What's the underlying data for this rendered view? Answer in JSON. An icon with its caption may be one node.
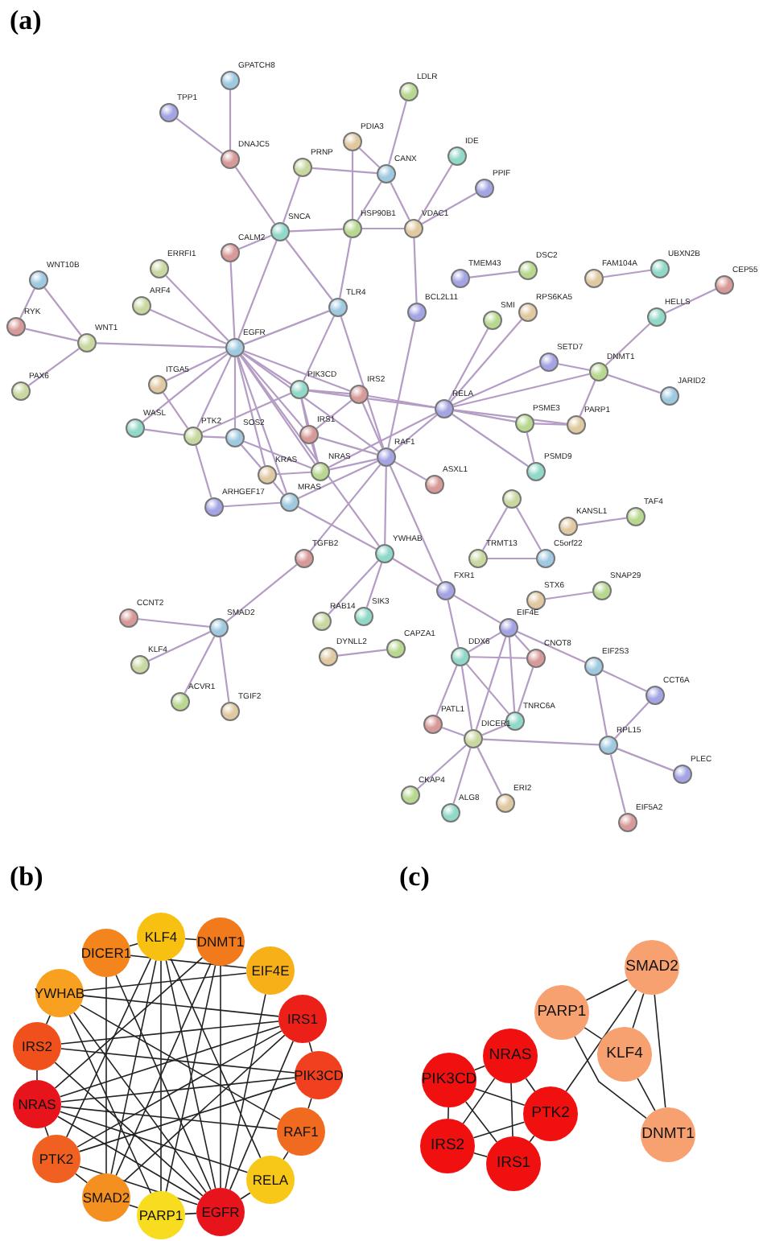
{
  "diagram": {
    "nodes": [
      {
        "text": [
          "GPATCH8"
        ]
      },
      {
        "text": [
          "TPP1"
        ]
      },
      {
        "text": [
          "LDLR"
        ]
      },
      {
        "text": [
          "PDIA3"
        ]
      },
      {
        "text": [
          "IDE"
        ]
      },
      {
        "text": [
          "DNAJC5"
        ]
      },
      {
        "text": [
          "PRNP"
        ]
      },
      {
        "text": [
          "CANX"
        ]
      },
      {
        "text": [
          "PPIF"
        ]
      },
      {
        "text": [
          "HSP90B1"
        ]
      },
      {
        "text": [
          "VDAC1"
        ]
      },
      {
        "text": [
          "SNCA"
        ]
      },
      {
        "text": [
          "CALM2"
        ]
      },
      {
        "text": [
          "ERRFI1"
        ]
      },
      {
        "text": [
          "WNT10B"
        ]
      },
      {
        "text": [
          "TMEM43"
        ]
      },
      {
        "text": [
          "DSC2"
        ]
      },
      {
        "text": [
          "FAM104A"
        ]
      },
      {
        "text": [
          "UBXN2B"
        ]
      },
      {
        "text": [
          "CEP55"
        ]
      },
      {
        "text": [
          "ARF4"
        ]
      },
      {
        "text": [
          "TLR4"
        ]
      },
      {
        "text": [
          "BCL2L11"
        ]
      },
      {
        "text": [
          "SMI"
        ]
      },
      {
        "text": [
          "RPS6KA5"
        ]
      },
      {
        "text": [
          "HELLS"
        ]
      },
      {
        "text": [
          "RYK"
        ]
      },
      {
        "text": [
          "WNT1"
        ]
      },
      {
        "text": [
          "EGFR"
        ]
      },
      {
        "text": [
          "SETD7"
        ]
      },
      {
        "text": [
          "DNMT1"
        ]
      },
      {
        "text": [
          "ITGA5"
        ]
      },
      {
        "text": [
          "PIK3CD"
        ]
      },
      {
        "text": [
          "IRS2"
        ]
      },
      {
        "text": [
          "PAX6"
        ]
      },
      {
        "text": [
          "JARID2"
        ]
      },
      {
        "text": [
          "RELA"
        ]
      },
      {
        "text": [
          "PSME3"
        ]
      },
      {
        "text": [
          "PARP1"
        ]
      },
      {
        "text": [
          "WASL"
        ]
      },
      {
        "text": [
          "IRS1"
        ]
      },
      {
        "text": [
          "PTK2"
        ]
      },
      {
        "text": [
          "SOS2"
        ]
      },
      {
        "text": [
          "RAF1"
        ]
      },
      {
        "text": [
          "NRAS"
        ]
      },
      {
        "text": [
          "KRAS"
        ]
      },
      {
        "text": [
          "PSMD9"
        ]
      },
      {
        "text": [
          "ASXL1"
        ]
      },
      {
        "text": [],
        "shape": "circle"
      },
      {
        "text": [
          "MRAS"
        ]
      },
      {
        "text": [
          "ARHGEF17"
        ]
      },
      {
        "text": [
          "TAF4"
        ]
      },
      {
        "text": [
          "KANSL1"
        ]
      },
      {
        "text": [
          "YWHAB"
        ]
      },
      {
        "text": [
          "TGFB2"
        ]
      },
      {
        "text": [
          "TRMT13"
        ]
      },
      {
        "text": [
          "C5orf22"
        ]
      },
      {
        "text": [
          "FXR1"
        ]
      },
      {
        "text": [
          "SNAP29"
        ]
      },
      {
        "text": [
          "STX6"
        ]
      },
      {
        "text": [
          "SIK3"
        ]
      },
      {
        "text": [
          "CCNT2"
        ]
      },
      {
        "text": [
          "RAB14"
        ]
      },
      {
        "text": [
          "SMAD2"
        ]
      },
      {
        "text": [
          "EIF4E"
        ]
      },
      {
        "text": [
          "CAPZA1"
        ]
      },
      {
        "text": [
          "DYNLL2"
        ]
      },
      {
        "text": [
          "DDX6"
        ]
      },
      {
        "text": [
          "CNOT8"
        ]
      },
      {
        "text": [
          "KLF4"
        ]
      },
      {
        "text": [
          "EIF2S3"
        ]
      },
      {
        "text": [
          "CCT6A"
        ]
      },
      {
        "text": [
          "ACVR1"
        ]
      },
      {
        "text": [
          "TGIF2"
        ]
      },
      {
        "text": [
          "TNRC6A"
        ]
      },
      {
        "text": [
          "PATL1"
        ]
      },
      {
        "text": [
          "DICER1"
        ]
      },
      {
        "text": [
          "RPL15"
        ]
      },
      {
        "text": [
          "PLEC"
        ]
      },
      {
        "text": [
          "CKAP4"
        ]
      },
      {
        "text": [
          "ERI2"
        ]
      },
      {
        "text": [
          "ALG8"
        ]
      },
      {
        "text": [
          "EIF5A2"
        ]
      },
      {
        "text": [
          "KLF4"
        ]
      },
      {
        "text": [
          "DNMT1"
        ]
      },
      {
        "text": [
          "DICER1"
        ]
      },
      {
        "text": [
          "EIF4E"
        ]
      },
      {
        "text": [
          "YWHAB"
        ]
      },
      {
        "text": [
          "IRS1"
        ]
      },
      {
        "text": [
          "IRS2"
        ]
      },
      {
        "text": [
          "PIK3CD"
        ]
      },
      {
        "text": [
          "NRAS"
        ]
      },
      {
        "text": [
          "RAF1"
        ]
      },
      {
        "text": [
          "PTK2"
        ]
      },
      {
        "text": [
          "RELA"
        ]
      },
      {
        "text": [
          "SMAD2"
        ]
      },
      {
        "text": [
          "PARP1"
        ]
      },
      {
        "text": [
          "EGFR"
        ]
      },
      {
        "text": [
          "SMAD2"
        ]
      },
      {
        "text": [
          "PARP1"
        ]
      },
      {
        "text": [
          "KLF4"
        ]
      },
      {
        "text": [
          "NRAS"
        ]
      },
      {
        "text": [
          "PIK3CD"
        ]
      },
      {
        "text": [
          "PTK2"
        ]
      },
      {
        "text": [
          "DNMT1"
        ]
      },
      {
        "text": [
          "IRS2"
        ]
      },
      {
        "text": [
          "IRS1"
        ]
      }
    ],
    "edges": [
      {
        "from": 0,
        "to": 5,
        "arrow": "none"
      },
      {
        "from": 1,
        "to": 5,
        "arrow": "none"
      },
      {
        "from": 5,
        "to": 11,
        "arrow": "none"
      },
      {
        "from": 6,
        "to": 11,
        "arrow": "none"
      },
      {
        "from": 6,
        "to": 7,
        "arrow": "none"
      },
      {
        "from": 3,
        "to": 9,
        "arrow": "none"
      },
      {
        "from": 3,
        "to": 7,
        "arrow": "none"
      },
      {
        "from": 7,
        "to": 2,
        "arrow": "none"
      },
      {
        "from": 7,
        "to": 9,
        "arrow": "none"
      },
      {
        "from": 7,
        "to": 10,
        "arrow": "none"
      },
      {
        "from": 4,
        "to": 10,
        "arrow": "none"
      },
      {
        "from": 8,
        "to": 10,
        "arrow": "none"
      },
      {
        "from": 9,
        "to": 10,
        "arrow": "none"
      },
      {
        "from": 11,
        "to": 9,
        "arrow": "none"
      },
      {
        "from": 11,
        "to": 28,
        "arrow": "none"
      },
      {
        "from": 11,
        "to": 21,
        "arrow": "none"
      },
      {
        "from": 12,
        "to": 28,
        "arrow": "none"
      },
      {
        "from": 12,
        "to": 11,
        "arrow": "none"
      },
      {
        "from": 13,
        "to": 28,
        "arrow": "none"
      },
      {
        "from": 20,
        "to": 28,
        "arrow": "none"
      },
      {
        "from": 14,
        "to": 26,
        "arrow": "none"
      },
      {
        "from": 14,
        "to": 27,
        "arrow": "none"
      },
      {
        "from": 26,
        "to": 27,
        "arrow": "none"
      },
      {
        "from": 34,
        "to": 27,
        "arrow": "none"
      },
      {
        "from": 27,
        "to": 28,
        "arrow": "none"
      },
      {
        "from": 28,
        "to": 21,
        "arrow": "none"
      },
      {
        "from": 21,
        "to": 9,
        "arrow": "none"
      },
      {
        "from": 21,
        "to": 32,
        "arrow": "none"
      },
      {
        "from": 21,
        "to": 43,
        "arrow": "none"
      },
      {
        "from": 10,
        "to": 22,
        "arrow": "none"
      },
      {
        "from": 22,
        "to": 43,
        "arrow": "none"
      },
      {
        "from": 28,
        "to": 31,
        "arrow": "none"
      },
      {
        "from": 28,
        "to": 39,
        "arrow": "none"
      },
      {
        "from": 28,
        "to": 41,
        "arrow": "none"
      },
      {
        "from": 28,
        "to": 42,
        "arrow": "none"
      },
      {
        "from": 28,
        "to": 32,
        "arrow": "none"
      },
      {
        "from": 28,
        "to": 40,
        "arrow": "none"
      },
      {
        "from": 28,
        "to": 33,
        "arrow": "none"
      },
      {
        "from": 28,
        "to": 44,
        "arrow": "none"
      },
      {
        "from": 28,
        "to": 45,
        "arrow": "none"
      },
      {
        "from": 28,
        "to": 49,
        "arrow": "none"
      },
      {
        "from": 28,
        "to": 43,
        "arrow": "none"
      },
      {
        "from": 28,
        "to": 53,
        "arrow": "none"
      },
      {
        "from": 31,
        "to": 41,
        "arrow": "none"
      },
      {
        "from": 39,
        "to": 41,
        "arrow": "none"
      },
      {
        "from": 41,
        "to": 42,
        "arrow": "none"
      },
      {
        "from": 41,
        "to": 32,
        "arrow": "none"
      },
      {
        "from": 41,
        "to": 50,
        "arrow": "none"
      },
      {
        "from": 42,
        "to": 44,
        "arrow": "none"
      },
      {
        "from": 42,
        "to": 45,
        "arrow": "none"
      },
      {
        "from": 32,
        "to": 33,
        "arrow": "none"
      },
      {
        "from": 32,
        "to": 40,
        "arrow": "none"
      },
      {
        "from": 32,
        "to": 44,
        "arrow": "none"
      },
      {
        "from": 32,
        "to": 36,
        "arrow": "none"
      },
      {
        "from": 33,
        "to": 40,
        "arrow": "none"
      },
      {
        "from": 40,
        "to": 44,
        "arrow": "none"
      },
      {
        "from": 40,
        "to": 43,
        "arrow": "none"
      },
      {
        "from": 33,
        "to": 43,
        "arrow": "none"
      },
      {
        "from": 44,
        "to": 43,
        "arrow": "none"
      },
      {
        "from": 45,
        "to": 44,
        "arrow": "none"
      },
      {
        "from": 45,
        "to": 49,
        "arrow": "none"
      },
      {
        "from": 49,
        "to": 43,
        "arrow": "none"
      },
      {
        "from": 50,
        "to": 49,
        "arrow": "none"
      },
      {
        "from": 44,
        "to": 36,
        "arrow": "none"
      },
      {
        "from": 43,
        "to": 36,
        "arrow": "none"
      },
      {
        "from": 43,
        "to": 53,
        "arrow": "none"
      },
      {
        "from": 43,
        "to": 47,
        "arrow": "none"
      },
      {
        "from": 54,
        "to": 63,
        "arrow": "none"
      },
      {
        "from": 54,
        "to": 43,
        "arrow": "none"
      },
      {
        "from": 63,
        "to": 61,
        "arrow": "none"
      },
      {
        "from": 63,
        "to": 69,
        "arrow": "none"
      },
      {
        "from": 63,
        "to": 72,
        "arrow": "none"
      },
      {
        "from": 63,
        "to": 73,
        "arrow": "none"
      },
      {
        "from": 53,
        "to": 57,
        "arrow": "none"
      },
      {
        "from": 53,
        "to": 62,
        "arrow": "none"
      },
      {
        "from": 53,
        "to": 60,
        "arrow": "none"
      },
      {
        "from": 66,
        "to": 65,
        "arrow": "none"
      },
      {
        "from": 49,
        "to": 53,
        "arrow": "none"
      },
      {
        "from": 36,
        "to": 23,
        "arrow": "none"
      },
      {
        "from": 36,
        "to": 24,
        "arrow": "none"
      },
      {
        "from": 36,
        "to": 29,
        "arrow": "none"
      },
      {
        "from": 36,
        "to": 30,
        "arrow": "none"
      },
      {
        "from": 36,
        "to": 37,
        "arrow": "none"
      },
      {
        "from": 36,
        "to": 46,
        "arrow": "none"
      },
      {
        "from": 33,
        "to": 36,
        "arrow": "none"
      },
      {
        "from": 36,
        "to": 38,
        "arrow": "none"
      },
      {
        "from": 29,
        "to": 30,
        "arrow": "none"
      },
      {
        "from": 30,
        "to": 38,
        "arrow": "none"
      },
      {
        "from": 30,
        "to": 25,
        "arrow": "none"
      },
      {
        "from": 30,
        "to": 35,
        "arrow": "none"
      },
      {
        "from": 25,
        "to": 19,
        "arrow": "none"
      },
      {
        "from": 37,
        "to": 38,
        "arrow": "none"
      },
      {
        "from": 37,
        "to": 46,
        "arrow": "none"
      },
      {
        "from": 15,
        "to": 16,
        "arrow": "none"
      },
      {
        "from": 17,
        "to": 18,
        "arrow": "none"
      },
      {
        "from": 48,
        "to": 55,
        "arrow": "none"
      },
      {
        "from": 48,
        "to": 56,
        "arrow": "none"
      },
      {
        "from": 55,
        "to": 56,
        "arrow": "none"
      },
      {
        "from": 52,
        "to": 51,
        "arrow": "none"
      },
      {
        "from": 59,
        "to": 58,
        "arrow": "none"
      },
      {
        "from": 57,
        "to": 64,
        "arrow": "none"
      },
      {
        "from": 57,
        "to": 67,
        "arrow": "none"
      },
      {
        "from": 64,
        "to": 67,
        "arrow": "none"
      },
      {
        "from": 64,
        "to": 68,
        "arrow": "none"
      },
      {
        "from": 64,
        "to": 70,
        "arrow": "none"
      },
      {
        "from": 64,
        "to": 74,
        "arrow": "none"
      },
      {
        "from": 64,
        "to": 76,
        "arrow": "none"
      },
      {
        "from": 67,
        "to": 68,
        "arrow": "none"
      },
      {
        "from": 67,
        "to": 75,
        "arrow": "none"
      },
      {
        "from": 67,
        "to": 74,
        "arrow": "none"
      },
      {
        "from": 67,
        "to": 76,
        "arrow": "none"
      },
      {
        "from": 68,
        "to": 74,
        "arrow": "none"
      },
      {
        "from": 75,
        "to": 76,
        "arrow": "none"
      },
      {
        "from": 74,
        "to": 76,
        "arrow": "none"
      },
      {
        "from": 76,
        "to": 77,
        "arrow": "none"
      },
      {
        "from": 76,
        "to": 79,
        "arrow": "none"
      },
      {
        "from": 76,
        "to": 81,
        "arrow": "none"
      },
      {
        "from": 76,
        "to": 80,
        "arrow": "none"
      },
      {
        "from": 70,
        "to": 71,
        "arrow": "none"
      },
      {
        "from": 70,
        "to": 77,
        "arrow": "none"
      },
      {
        "from": 71,
        "to": 77,
        "arrow": "none"
      },
      {
        "from": 77,
        "to": 78,
        "arrow": "none"
      },
      {
        "from": 77,
        "to": 82,
        "arrow": "none"
      },
      {
        "from": 43,
        "to": 57,
        "arrow": "none"
      },
      {
        "from": 97,
        "to": 93,
        "arrow": "none",
        "color": "#222222"
      },
      {
        "from": 97,
        "to": 96,
        "arrow": "none",
        "color": "#222222"
      },
      {
        "from": 97,
        "to": 94,
        "arrow": "none",
        "color": "#222222"
      },
      {
        "from": 97,
        "to": 88,
        "arrow": "none",
        "color": "#222222"
      },
      {
        "from": 97,
        "to": 91,
        "arrow": "none",
        "color": "#222222"
      },
      {
        "from": 97,
        "to": 89,
        "arrow": "none",
        "color": "#222222"
      },
      {
        "from": 97,
        "to": 87,
        "arrow": "none",
        "color": "#222222"
      },
      {
        "from": 97,
        "to": 83,
        "arrow": "none",
        "color": "#222222"
      },
      {
        "from": 97,
        "to": 84,
        "arrow": "none",
        "color": "#222222"
      },
      {
        "from": 97,
        "to": 86,
        "arrow": "none",
        "color": "#222222"
      },
      {
        "from": 97,
        "to": 85,
        "arrow": "none",
        "color": "#222222"
      },
      {
        "from": 83,
        "to": 85,
        "arrow": "none",
        "color": "#222222"
      },
      {
        "from": 83,
        "to": 84,
        "arrow": "none",
        "color": "#222222"
      },
      {
        "from": 83,
        "to": 95,
        "arrow": "none",
        "color": "#222222"
      },
      {
        "from": 83,
        "to": 96,
        "arrow": "none",
        "color": "#222222"
      },
      {
        "from": 83,
        "to": 94,
        "arrow": "none",
        "color": "#222222"
      },
      {
        "from": 83,
        "to": 93,
        "arrow": "none",
        "color": "#222222"
      },
      {
        "from": 84,
        "to": 96,
        "arrow": "none",
        "color": "#222222"
      },
      {
        "from": 84,
        "to": 95,
        "arrow": "none",
        "color": "#222222"
      },
      {
        "from": 84,
        "to": 91,
        "arrow": "none",
        "color": "#222222"
      },
      {
        "from": 85,
        "to": 86,
        "arrow": "none",
        "color": "#222222"
      },
      {
        "from": 85,
        "to": 95,
        "arrow": "none",
        "color": "#222222"
      },
      {
        "from": 87,
        "to": 86,
        "arrow": "none",
        "color": "#222222"
      },
      {
        "from": 87,
        "to": 88,
        "arrow": "none",
        "color": "#222222"
      },
      {
        "from": 87,
        "to": 92,
        "arrow": "none",
        "color": "#222222"
      },
      {
        "from": 87,
        "to": 96,
        "arrow": "none",
        "color": "#222222"
      },
      {
        "from": 87,
        "to": 89,
        "arrow": "none",
        "color": "#222222"
      },
      {
        "from": 88,
        "to": 90,
        "arrow": "none",
        "color": "#222222"
      },
      {
        "from": 88,
        "to": 89,
        "arrow": "none",
        "color": "#222222"
      },
      {
        "from": 88,
        "to": 91,
        "arrow": "none",
        "color": "#222222"
      },
      {
        "from": 88,
        "to": 93,
        "arrow": "none",
        "color": "#222222"
      },
      {
        "from": 88,
        "to": 95,
        "arrow": "none",
        "color": "#222222"
      },
      {
        "from": 89,
        "to": 91,
        "arrow": "none",
        "color": "#222222"
      },
      {
        "from": 89,
        "to": 90,
        "arrow": "none",
        "color": "#222222"
      },
      {
        "from": 90,
        "to": 92,
        "arrow": "none",
        "color": "#222222"
      },
      {
        "from": 90,
        "to": 91,
        "arrow": "none",
        "color": "#222222"
      },
      {
        "from": 90,
        "to": 93,
        "arrow": "none",
        "color": "#222222"
      },
      {
        "from": 91,
        "to": 93,
        "arrow": "none",
        "color": "#222222"
      },
      {
        "from": 91,
        "to": 92,
        "arrow": "none",
        "color": "#222222"
      },
      {
        "from": 91,
        "to": 94,
        "arrow": "none",
        "color": "#222222"
      },
      {
        "from": 92,
        "to": 94,
        "arrow": "none",
        "color": "#222222"
      },
      {
        "from": 93,
        "to": 95,
        "arrow": "none",
        "color": "#222222"
      },
      {
        "from": 95,
        "to": 96,
        "arrow": "none",
        "color": "#222222"
      },
      {
        "from": 98,
        "to": 99,
        "arrow": "none",
        "color": "#222222"
      },
      {
        "from": 98,
        "to": 100,
        "arrow": "none",
        "color": "#222222"
      },
      {
        "from": 98,
        "to": 104,
        "arrow": "none",
        "color": "#222222"
      },
      {
        "from": 98,
        "to": 103,
        "arrow": "none",
        "color": "#222222"
      },
      {
        "from": 99,
        "to": 100,
        "arrow": "none",
        "color": "#222222"
      },
      {
        "from": 99,
        "to": 104,
        "arrow": "none",
        "color": "#222222"
      },
      {
        "from": 100,
        "to": 104,
        "arrow": "none",
        "color": "#222222"
      },
      {
        "from": 101,
        "to": 102,
        "arrow": "none",
        "color": "#222222"
      },
      {
        "from": 101,
        "to": 103,
        "arrow": "none",
        "color": "#222222"
      },
      {
        "from": 101,
        "to": 106,
        "arrow": "none",
        "color": "#222222"
      },
      {
        "from": 101,
        "to": 105,
        "arrow": "none",
        "color": "#222222"
      },
      {
        "from": 102,
        "to": 103,
        "arrow": "none",
        "color": "#222222"
      },
      {
        "from": 102,
        "to": 105,
        "arrow": "none",
        "color": "#222222"
      },
      {
        "from": 102,
        "to": 106,
        "arrow": "none",
        "color": "#222222"
      },
      {
        "from": 103,
        "to": 105,
        "arrow": "none",
        "color": "#222222"
      },
      {
        "from": 103,
        "to": 106,
        "arrow": "none",
        "color": "#222222"
      },
      {
        "from": 105,
        "to": 106,
        "arrow": "none",
        "color": "#222222"
      }
    ],
    "labels": [
      "(a)",
      "(b)",
      "(c)"
    ]
  }
}
